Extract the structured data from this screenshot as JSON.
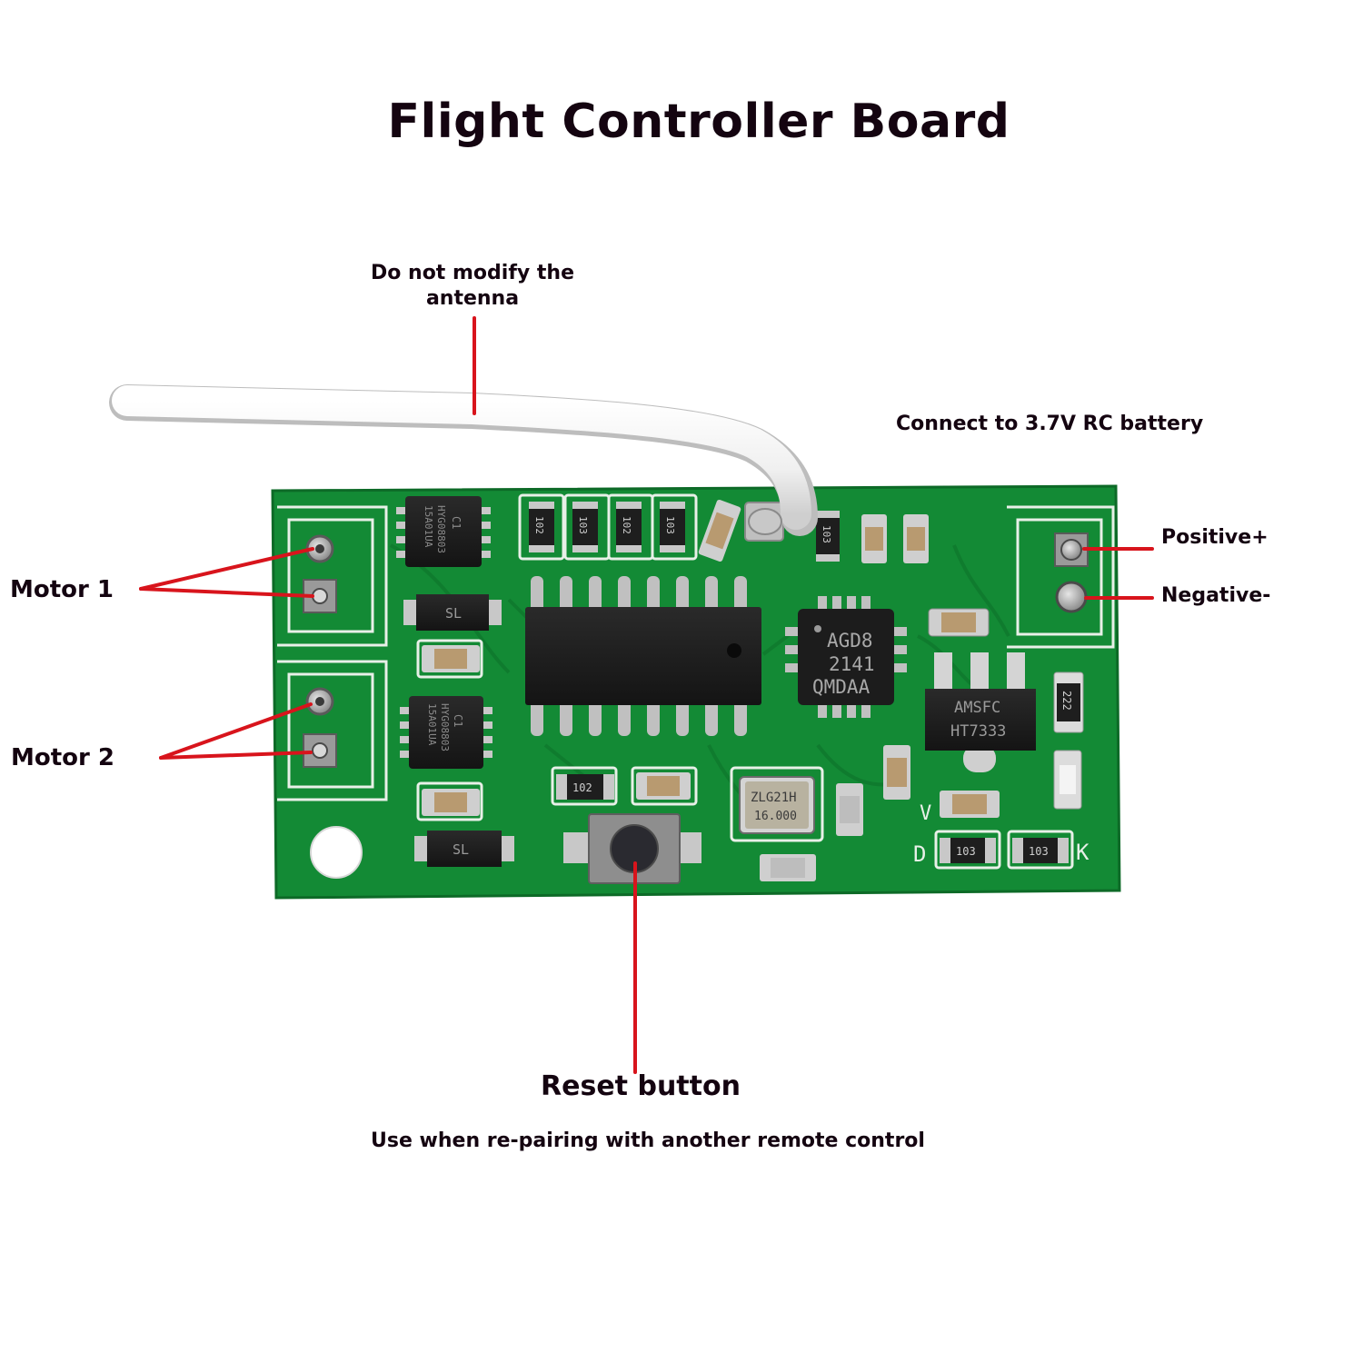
{
  "title": "Flight Controller Board",
  "callouts": {
    "antenna": "Do not modify the antenna",
    "battery": "Connect to 3.7V RC battery",
    "positive": "Positive+",
    "negative": "Negative-",
    "motor1": "Motor 1",
    "motor2": "Motor 2",
    "reset": "Reset button",
    "reset_note": "Use when re-pairing with another remote control"
  },
  "chips": {
    "mosfet_top": [
      "C1",
      "HYG08803",
      "15A01UA"
    ],
    "mosfet_bottom": [
      "C1",
      "HYG08803",
      "15A01UA"
    ],
    "imu": [
      "AGD8",
      "2141",
      "QMDAA"
    ],
    "regulator": [
      "AMSFC",
      "HT7333"
    ],
    "crystal": [
      "ZLG21H",
      "16.000"
    ],
    "diode_top": "SL",
    "diode_bottom": "SL"
  },
  "resistors": {
    "r1": "102",
    "r2": "103",
    "r3": "102",
    "r4": "103",
    "r5": "103",
    "r6": "222",
    "r7": "102",
    "r8": "103",
    "r9": "103"
  },
  "silkscreen": {
    "d": "D",
    "k": "K",
    "v": "V"
  },
  "colors": {
    "pcb": "#138a35",
    "silkscreen": "#e8f0e8",
    "callout_line": "#d8141c",
    "text": "#140410"
  }
}
